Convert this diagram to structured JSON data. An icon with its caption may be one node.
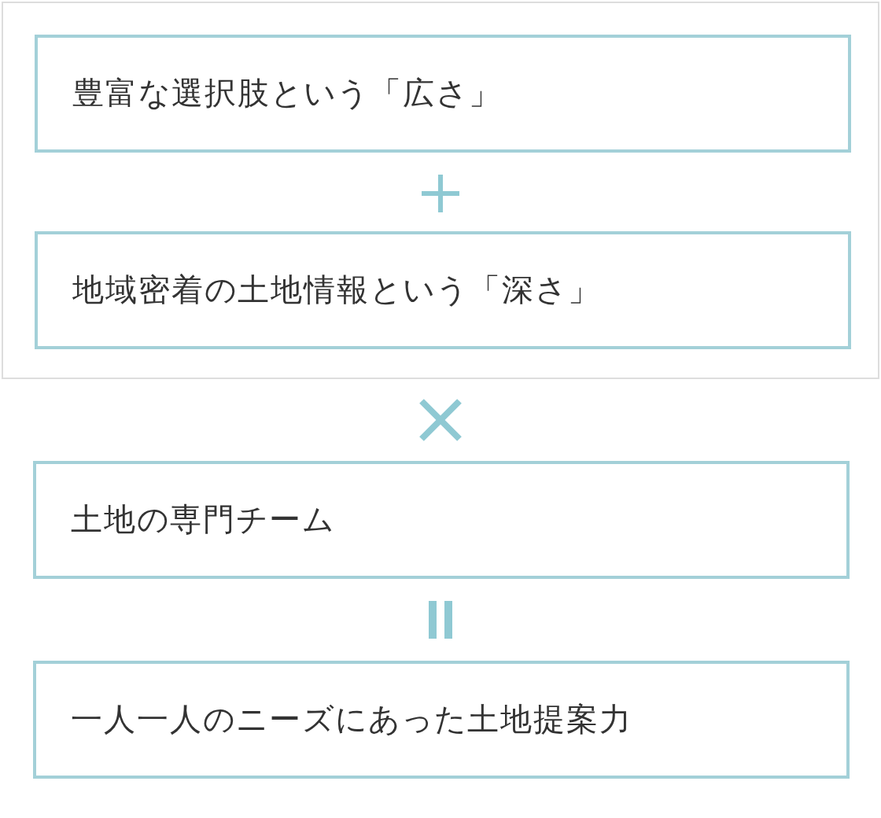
{
  "diagram": {
    "nodes": [
      {
        "text": [],
        "shape": "box"
      },
      {
        "text": [
          "豊富な選択肢という「広さ」"
        ],
        "in": 0
      },
      {
        "text": [
          "地域密着の土地情報という「深さ」"
        ],
        "in": 0
      },
      {
        "text": [
          "土地の専門チーム"
        ]
      },
      {
        "text": [
          "一人一人のニーズにあった土地提案力"
        ]
      }
    ]
  }
}
